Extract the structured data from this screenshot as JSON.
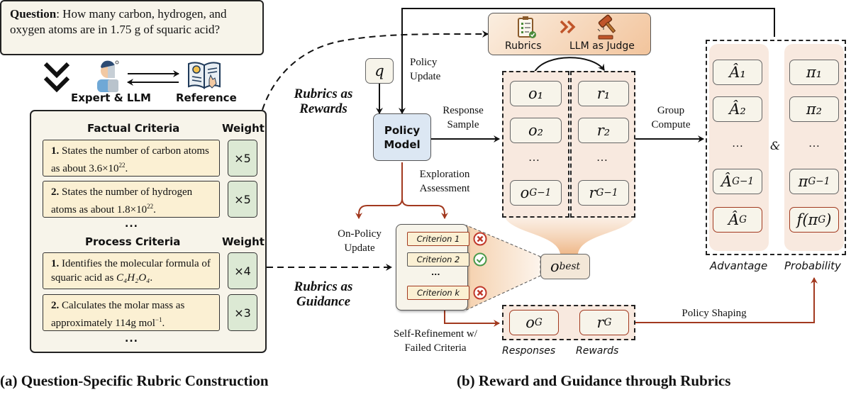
{
  "question": {
    "label": "Question",
    "text": ": How many carbon, hydrogen, and oxygen atoms are in 1.75 g of squaric acid?"
  },
  "construction": {
    "actor_label": "Expert & LLM",
    "reference_label": "Reference",
    "factual_header": "Factual Criteria",
    "process_header": "Process Criteria",
    "weight_header": "Weight",
    "ellipsis": "...",
    "factual_criteria": [
      {
        "num": "1.",
        "text": " States the number of carbon atoms as about 3.6×10",
        "sup": "22",
        "end": ".",
        "weight": "×5"
      },
      {
        "num": "2.",
        "text": " States the number of hydrogen atoms as about 1.8×10",
        "sup": "22",
        "end": ".",
        "weight": "×5"
      }
    ],
    "process_criteria": [
      {
        "num": "1.",
        "text": " Identifies the molecular formula of squaric acid as ",
        "formula": "C₄H₂O₄",
        "end": ".",
        "weight": "×4"
      },
      {
        "num": "2.",
        "text": " Calculates the molar mass as approximately 114g mol",
        "sup": "−1",
        "end": ".",
        "weight": "×3"
      }
    ]
  },
  "flow": {
    "rubrics_as_rewards": "Rubrics as Rewards",
    "rubrics_as_guidance": "Rubrics as Guidance",
    "q_symbol": "q",
    "policy_model": "Policy Model",
    "policy_update": "Policy Update",
    "response_sample": "Response Sample",
    "exploration_assessment": "Exploration Assessment",
    "on_policy_update": "On-Policy Update",
    "group_compute": "Group Compute",
    "self_refinement": "Self-Refinement w/ Failed Criteria",
    "policy_shaping": "Policy Shaping",
    "judge": {
      "rubrics_label": "Rubrics",
      "judge_label": "LLM as Judge"
    },
    "responses": [
      "o₁",
      "o₂",
      "…",
      "o_{G−1}"
    ],
    "rewards": [
      "r₁",
      "r₂",
      "…",
      "r_{G−1}"
    ],
    "criteria_check": [
      {
        "label": "Criterion 1",
        "status": "fail"
      },
      {
        "label": "Criterion 2",
        "status": "pass"
      },
      {
        "label": "...",
        "status": ""
      },
      {
        "label": "Criterion k",
        "status": "fail"
      }
    ],
    "o_best": "o",
    "o_best_sub": "best",
    "refined": {
      "response": "o",
      "response_sub": "G",
      "reward": "r",
      "reward_sub": "G",
      "responses_label": "Responses",
      "rewards_label": "Rewards"
    },
    "advantage": {
      "items": [
        "Â₁",
        "Â₂",
        "…",
        "Â_{G−1}",
        "Â_G"
      ],
      "label": "Advantage"
    },
    "probability": {
      "items": [
        "π₁",
        "π₂",
        "…",
        "π_{G−1}",
        "f(π_G)"
      ],
      "label": "Probability"
    },
    "amp": "&"
  },
  "captions": {
    "a": "(a) Question-Specific Rubric Construction",
    "b": "(b) Reward and Guidance through Rubrics"
  },
  "colors": {
    "accent_red": "#a2391f",
    "policy_blue": "#dce7f3",
    "criteria_yellow": "#fbf0d3",
    "weight_green": "#dce9d4",
    "panel_cream": "#f7f4ea",
    "group_pink": "#f8e9df"
  }
}
